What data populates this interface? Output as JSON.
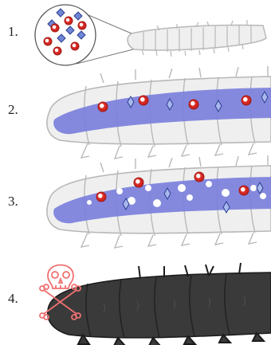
{
  "steps": [
    {
      "label": "1.",
      "description_hidden": ""
    },
    {
      "label": "2."
    },
    {
      "label": "3."
    },
    {
      "label": "4."
    }
  ],
  "colors": {
    "outline": "#b8b8b8",
    "body_fill": "#efefef",
    "gut_fill": "#7b80dc",
    "gut_light": "#a6a9ea",
    "bacteria": "#e0322c",
    "crystal": "#5d79c8",
    "dead_body": "#3a3a3a",
    "skull": "#f07070"
  },
  "icons": [
    "magnifier-circle",
    "bacterium-spore",
    "bt-crystal",
    "skull-and-crossbones"
  ]
}
